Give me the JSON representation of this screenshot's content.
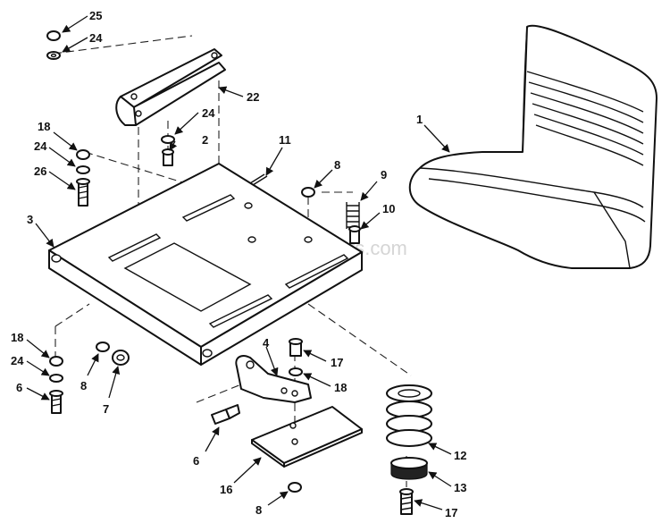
{
  "watermark": "eReplacementParts.com",
  "callouts": [
    "25",
    "24",
    "22",
    "24",
    "2",
    "18",
    "24",
    "26",
    "11",
    "8",
    "9",
    "10",
    "3",
    "1",
    "18",
    "24",
    "6",
    "8",
    "7",
    "4",
    "17",
    "18",
    "6",
    "16",
    "8",
    "12",
    "13",
    "17"
  ]
}
